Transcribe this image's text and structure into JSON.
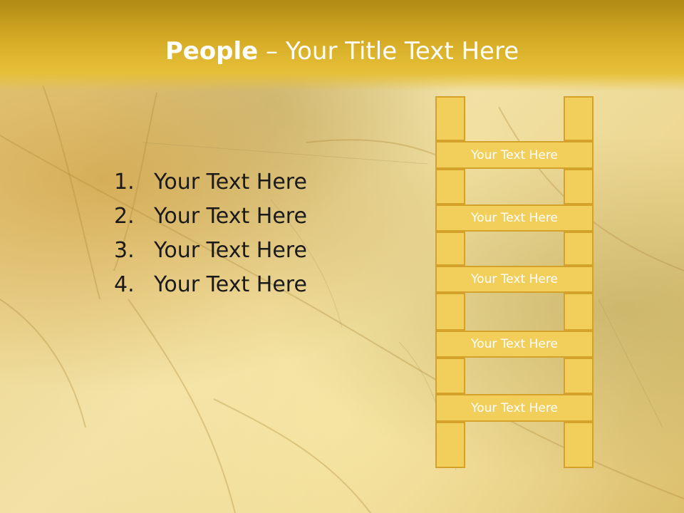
{
  "slide": {
    "title_bold": "People",
    "title_dash": " – ",
    "title_rest": "Your Title Text Here"
  },
  "list": [
    {
      "num": "1.",
      "text": "Your Text Here"
    },
    {
      "num": "2.",
      "text": "Your Text Here"
    },
    {
      "num": "3.",
      "text": "Your Text Here"
    },
    {
      "num": "4.",
      "text": "Your Text Here"
    }
  ],
  "ladder": {
    "rungs": [
      "Your Text Here",
      "Your Text Here",
      "Your Text Here",
      "Your Text Here",
      "Your Text Here"
    ]
  },
  "colors": {
    "title_bar": "#d6ac26",
    "ladder_fill": "#f2cf5a",
    "ladder_border": "#d4a12a"
  }
}
